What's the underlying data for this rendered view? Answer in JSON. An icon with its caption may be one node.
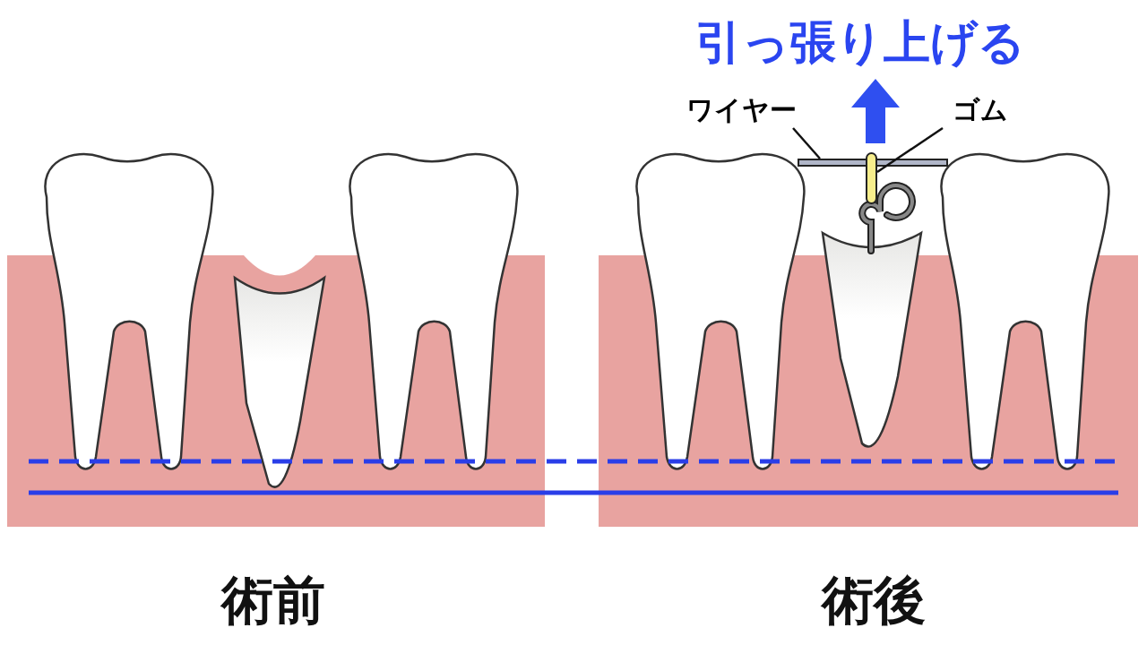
{
  "diagram": {
    "nodes": [
      {
        "text": [
          "ワイヤー"
        ]
      },
      {
        "text": [],
        "shape": "bar"
      },
      {
        "text": [
          "ゴム"
        ]
      },
      {
        "text": [],
        "shape": "bar"
      }
    ],
    "edges": [
      {
        "from": 0,
        "to": 1,
        "arrow": "none"
      },
      {
        "from": 2,
        "to": 3,
        "arrow": "none"
      }
    ],
    "labels": [
      "引っ張り上げる",
      "術前",
      "術後"
    ]
  }
}
